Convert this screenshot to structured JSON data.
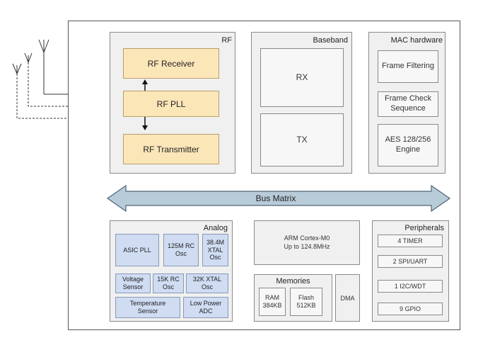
{
  "rf": {
    "title": "RF",
    "receiver": "RF Receiver",
    "pll": "RF PLL",
    "transmitter": "RF Transmitter"
  },
  "baseband": {
    "title": "Baseband",
    "rx": "RX",
    "tx": "TX"
  },
  "mac": {
    "title": "MAC hardware",
    "frame_filtering": "Frame Filtering",
    "frame_check": "Frame Check\nSequence",
    "aes": "AES 128/256\nEngine"
  },
  "bus": {
    "label": "Bus Matrix",
    "color": "#b8cbd9"
  },
  "analog": {
    "title": "Analog",
    "asic_pll": "ASIC PLL",
    "rc125": "125M RC\nOsc",
    "xtal384": "38.4M\nXTAL\nOsc",
    "voltage": "Voltage\nSensor",
    "rc15k": "15K RC\nOsc",
    "xtal32k": "32K XTAL\nOsc",
    "temperature": "Temperature\nSensor",
    "low_power_adc": "Low Power\nADC"
  },
  "cpu": {
    "label": "ARM Cortex-M0\nUp to 124.8MHz"
  },
  "memories": {
    "title": "Memories",
    "ram": "RAM\n384KB",
    "flash": "Flash\n512KB"
  },
  "dma": {
    "label": "DMA"
  },
  "peripherals": {
    "title": "Peripherals",
    "items": [
      "4 TIMER",
      "2 SPI/UART",
      "1 I2C/WDT",
      "9 GPIO"
    ]
  },
  "colors": {
    "rf_fill": "#fbe6b8",
    "analog_fill": "#cfdcf2",
    "block_fill": "#f0f0f0"
  }
}
